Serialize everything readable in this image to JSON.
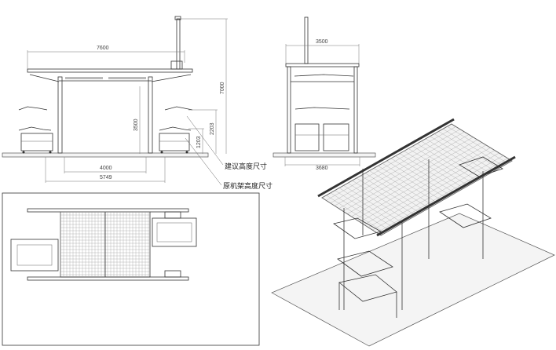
{
  "front_view": {
    "dim_overall_length": "7600",
    "dim_total_height": "7000",
    "dim_clear_height": "3500",
    "dim_recommended_height": "2203",
    "dim_original_height": "1203",
    "dim_column_span": "4000",
    "dim_base_width": "5749",
    "label_recommended_height": "建议高度尺寸",
    "label_original_frame_height": "原机架高度尺寸"
  },
  "side_view": {
    "dim_top_width": "3500",
    "dim_base_width": "3680"
  }
}
